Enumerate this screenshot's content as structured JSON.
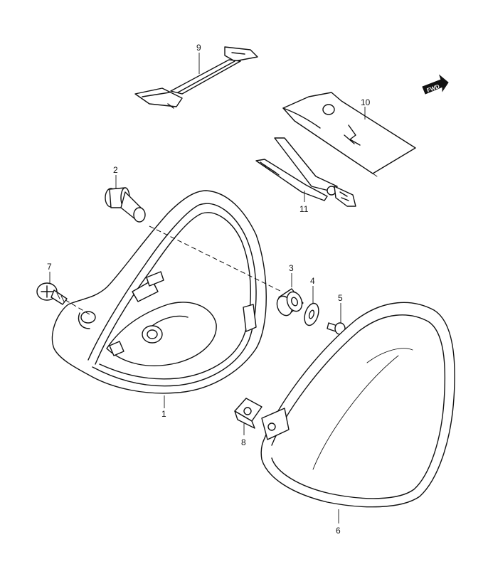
{
  "forward_arrow": {
    "label": "FWD"
  },
  "callouts": [
    {
      "id": "1",
      "label": "1"
    },
    {
      "id": "2",
      "label": "2"
    },
    {
      "id": "3",
      "label": "3"
    },
    {
      "id": "4",
      "label": "4"
    },
    {
      "id": "5",
      "label": "5"
    },
    {
      "id": "6",
      "label": "6"
    },
    {
      "id": "7",
      "label": "7"
    },
    {
      "id": "8",
      "label": "8"
    },
    {
      "id": "9",
      "label": "9"
    },
    {
      "id": "10",
      "label": "10"
    },
    {
      "id": "11",
      "label": "11"
    }
  ],
  "colors": {
    "ink": "#111111",
    "background": "#ffffff"
  }
}
